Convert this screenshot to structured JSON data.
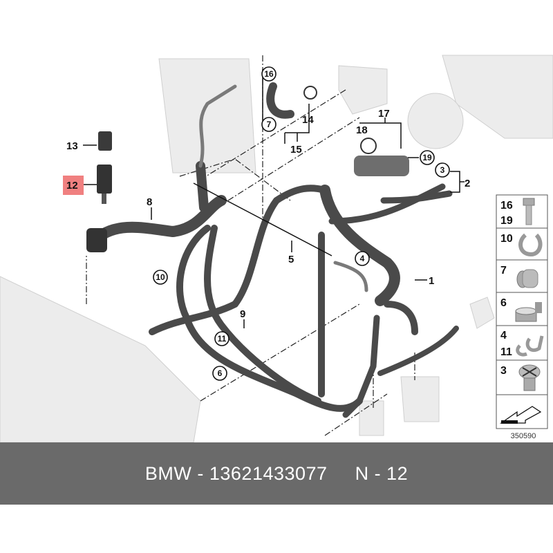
{
  "diagram": {
    "callouts": {
      "c1": "1",
      "c2": "2",
      "c3": "3",
      "c4": "4",
      "c5": "5",
      "c6": "6",
      "c7": "7",
      "c8": "8",
      "c9": "9",
      "c10": "10",
      "c11": "11",
      "c12": "12",
      "c13": "13",
      "c14": "14",
      "c15": "15",
      "c16": "16",
      "c17": "17",
      "c18": "18",
      "c19": "19"
    },
    "highlighted_part": "12",
    "highlight_color": "#f08080",
    "legend": [
      {
        "numbers": [
          "16",
          "19"
        ],
        "icon": "bolt-icon"
      },
      {
        "numbers": [
          "10"
        ],
        "icon": "hose-clip-icon"
      },
      {
        "numbers": [
          "7"
        ],
        "icon": "connector-icon"
      },
      {
        "numbers": [
          "6"
        ],
        "icon": "hose-clamp-icon"
      },
      {
        "numbers": [
          "4",
          "11"
        ],
        "icon": "double-clip-icon"
      },
      {
        "numbers": [
          "3"
        ],
        "icon": "screw-plug-icon"
      },
      {
        "numbers": [],
        "icon": "direction-arrow-icon"
      }
    ],
    "reference_number": "350590"
  },
  "footer": {
    "brand_part": "BMW - 13621433077",
    "position": "N - 12"
  }
}
